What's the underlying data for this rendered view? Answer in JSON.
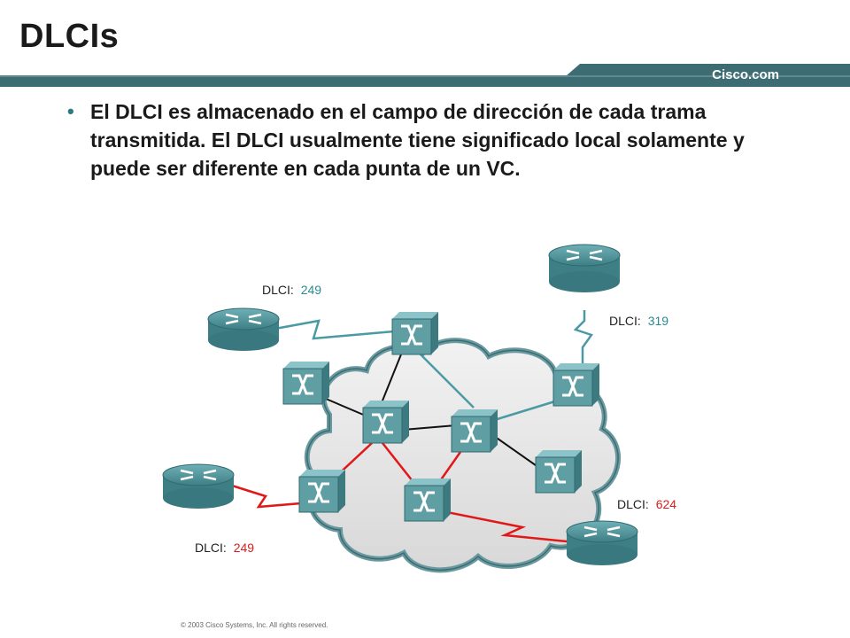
{
  "slide": {
    "title": "DLCIs",
    "brand": "Cisco.com",
    "bullet": "El DLCI es almacenado en el campo de dirección de cada trama transmitida. El DLCI usualmente tiene significado local solamente y puede ser diferente en cada punta de un VC.",
    "copyright": "© 2003 Cisco Systems, Inc. All rights reserved."
  },
  "diagram": {
    "labels": [
      {
        "prefix": "DLCI:",
        "value": "249",
        "color": "#2a8a91"
      },
      {
        "prefix": "DLCI:",
        "value": "319",
        "color": "#2a8a91"
      },
      {
        "prefix": "DLCI:",
        "value": "624",
        "color": "#d42020"
      },
      {
        "prefix": "DLCI:",
        "value": "249",
        "color": "#d42020"
      }
    ]
  },
  "colors": {
    "accent": "#3d6c72",
    "teal_link": "#4a9aa3",
    "red_link": "#e01818",
    "device": "#5f9ea3"
  }
}
